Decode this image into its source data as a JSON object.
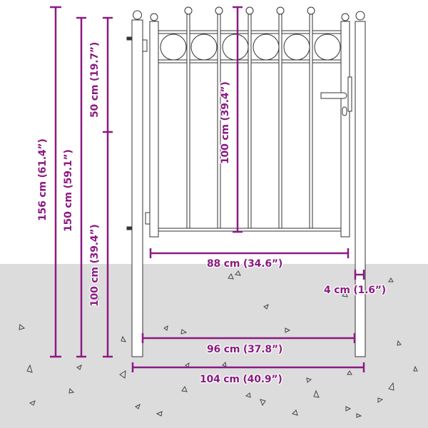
{
  "diagram": {
    "subject": "Garden gate with posts, dimension drawing",
    "accent_color": "#8b1a82",
    "ground_color": "#dcdcdc",
    "line_color": "#333333"
  },
  "dimensions": {
    "total_post_height": "156 cm (61.4”)",
    "gate_height": "150 cm (59.1”)",
    "upper_section": "50 cm (19.7”)",
    "lower_section": "100 cm (39.4”)",
    "gate_infill_height": "100 cm (39.4”)",
    "gate_leaf_width": "88 cm (34.6”)",
    "post_width": "4 cm (1.6”)",
    "opening_width": "96 cm (37.8”)",
    "total_width": "104 cm (40.9”)"
  },
  "gate": {
    "circles": 6,
    "vertical_bars": 5,
    "finial_balls": 7
  }
}
